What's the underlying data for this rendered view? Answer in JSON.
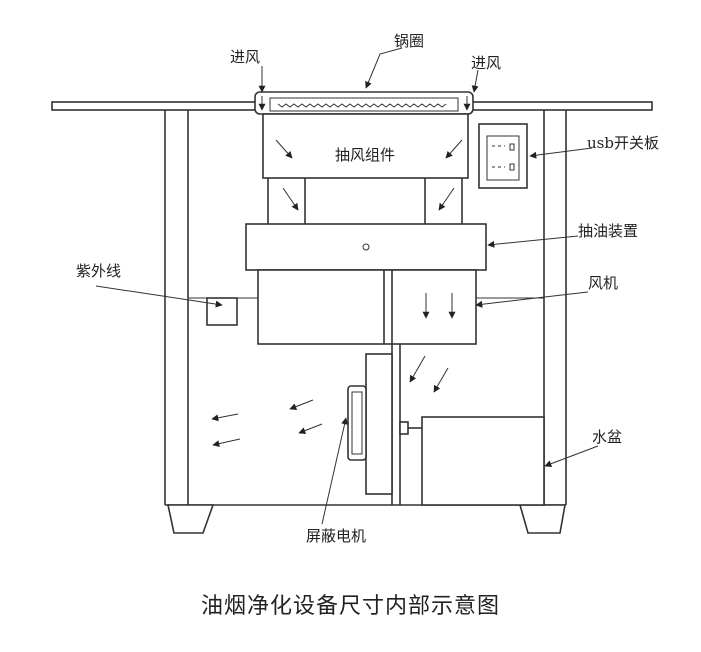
{
  "labels": {
    "air_in_left": "进风",
    "pot_ring": "锅圈",
    "air_in_right": "进风",
    "suction_assembly": "抽风组件",
    "usb_switch_panel": "usb开关板",
    "oil_extraction_device": "抽油装置",
    "uv_lamp": "紫外线",
    "fan": "风机",
    "water_basin": "水盆",
    "shielded_motor": "屏蔽电机"
  },
  "caption": "油烟净化设备尺寸内部示意图",
  "colors": {
    "line": "#333333",
    "background": "#ffffff"
  }
}
